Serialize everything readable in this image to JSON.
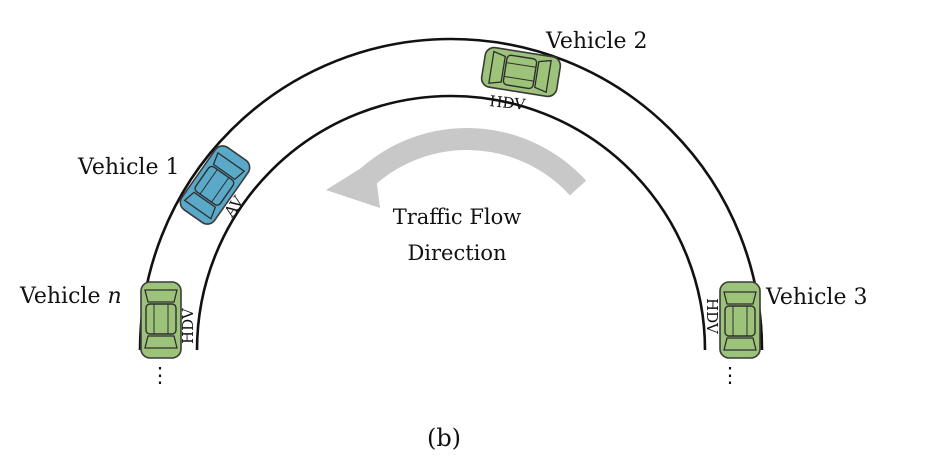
{
  "caption": "(b)",
  "flow": {
    "line1": "Traffic Flow",
    "line2": "Direction",
    "arrow_color": "#c8c8c8"
  },
  "vehicles": [
    {
      "label": "Vehicle 1",
      "type": "AV",
      "color": "#5aa9c8"
    },
    {
      "label": "Vehicle 2",
      "type": "HDV",
      "color": "#9dc27a"
    },
    {
      "label": "Vehicle 3",
      "type": "HDV",
      "color": "#9dc27a"
    },
    {
      "label_prefix": "Vehicle ",
      "label_var": "n",
      "type": "HDV",
      "color": "#9dc27a"
    }
  ],
  "continuation_marks": [
    "⋮",
    "⋮"
  ]
}
